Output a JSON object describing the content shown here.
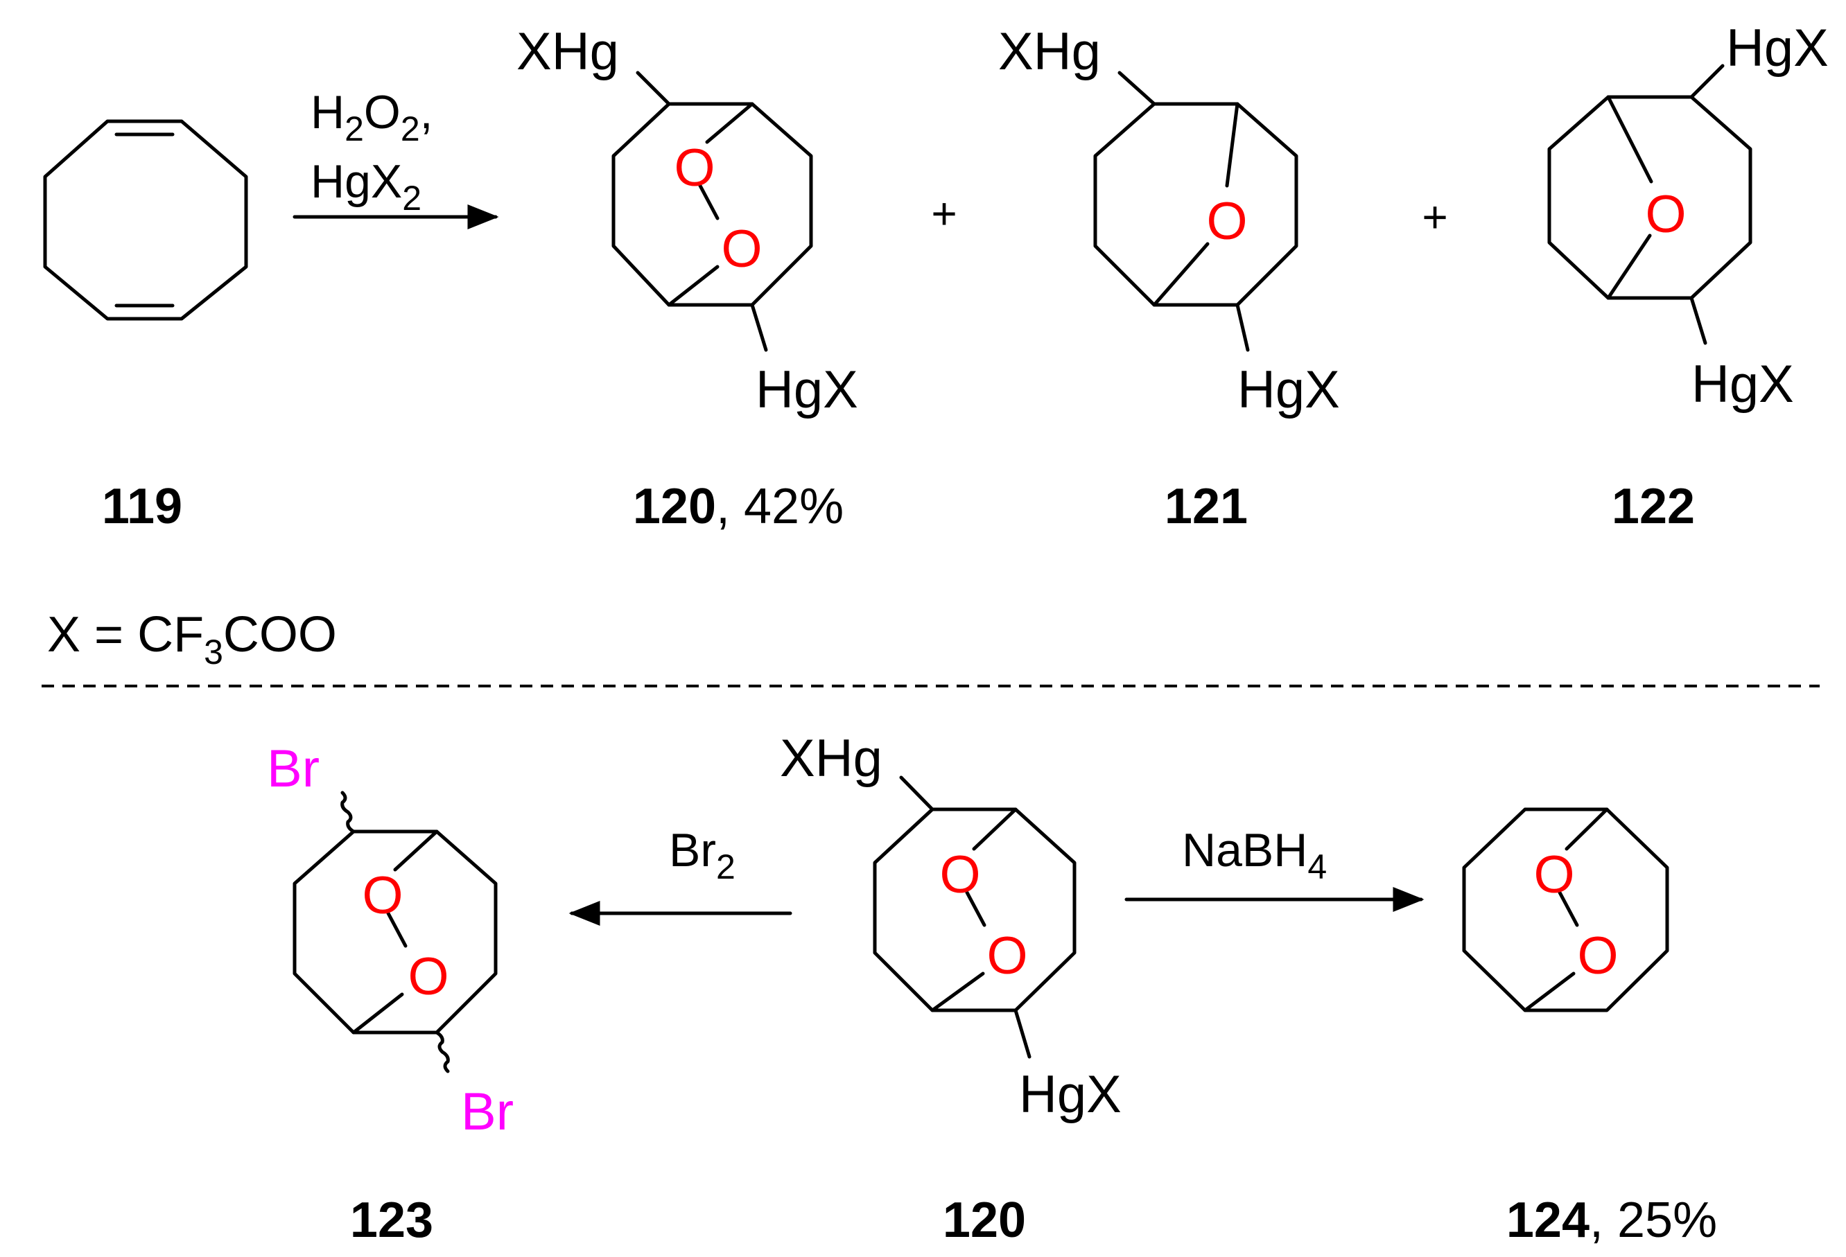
{
  "colors": {
    "oxygen": "#ff0000",
    "bromine": "#ff00ff",
    "bond": "#000000"
  },
  "reaction_top": {
    "reagent_line1": {
      "base": "H",
      "sub1": "2",
      "mid": "O",
      "sub2": "2",
      "tail": ","
    },
    "reagent_line2": {
      "base": "HgX",
      "sub": "2"
    },
    "plus_sign": "+"
  },
  "compounds": {
    "c119": {
      "number": "119"
    },
    "c120": {
      "number": "120",
      "yield": ", 42%"
    },
    "c121": {
      "number": "121"
    },
    "c122": {
      "number": "122"
    },
    "c123": {
      "number": "123"
    },
    "c120b": {
      "number": "120"
    },
    "c124": {
      "number": "124",
      "yield": ", 25%"
    }
  },
  "atoms": {
    "oxygen": "O",
    "hgx": "HgX",
    "xhg": "XHg",
    "bromine": "Br"
  },
  "definition": {
    "prefix": "X = CF",
    "sub": "3",
    "suffix": "COO"
  },
  "reaction_bottom": {
    "bromination": {
      "base": "Br",
      "sub": "2"
    },
    "reduction": {
      "base": "NaBH",
      "sub": "4"
    }
  }
}
